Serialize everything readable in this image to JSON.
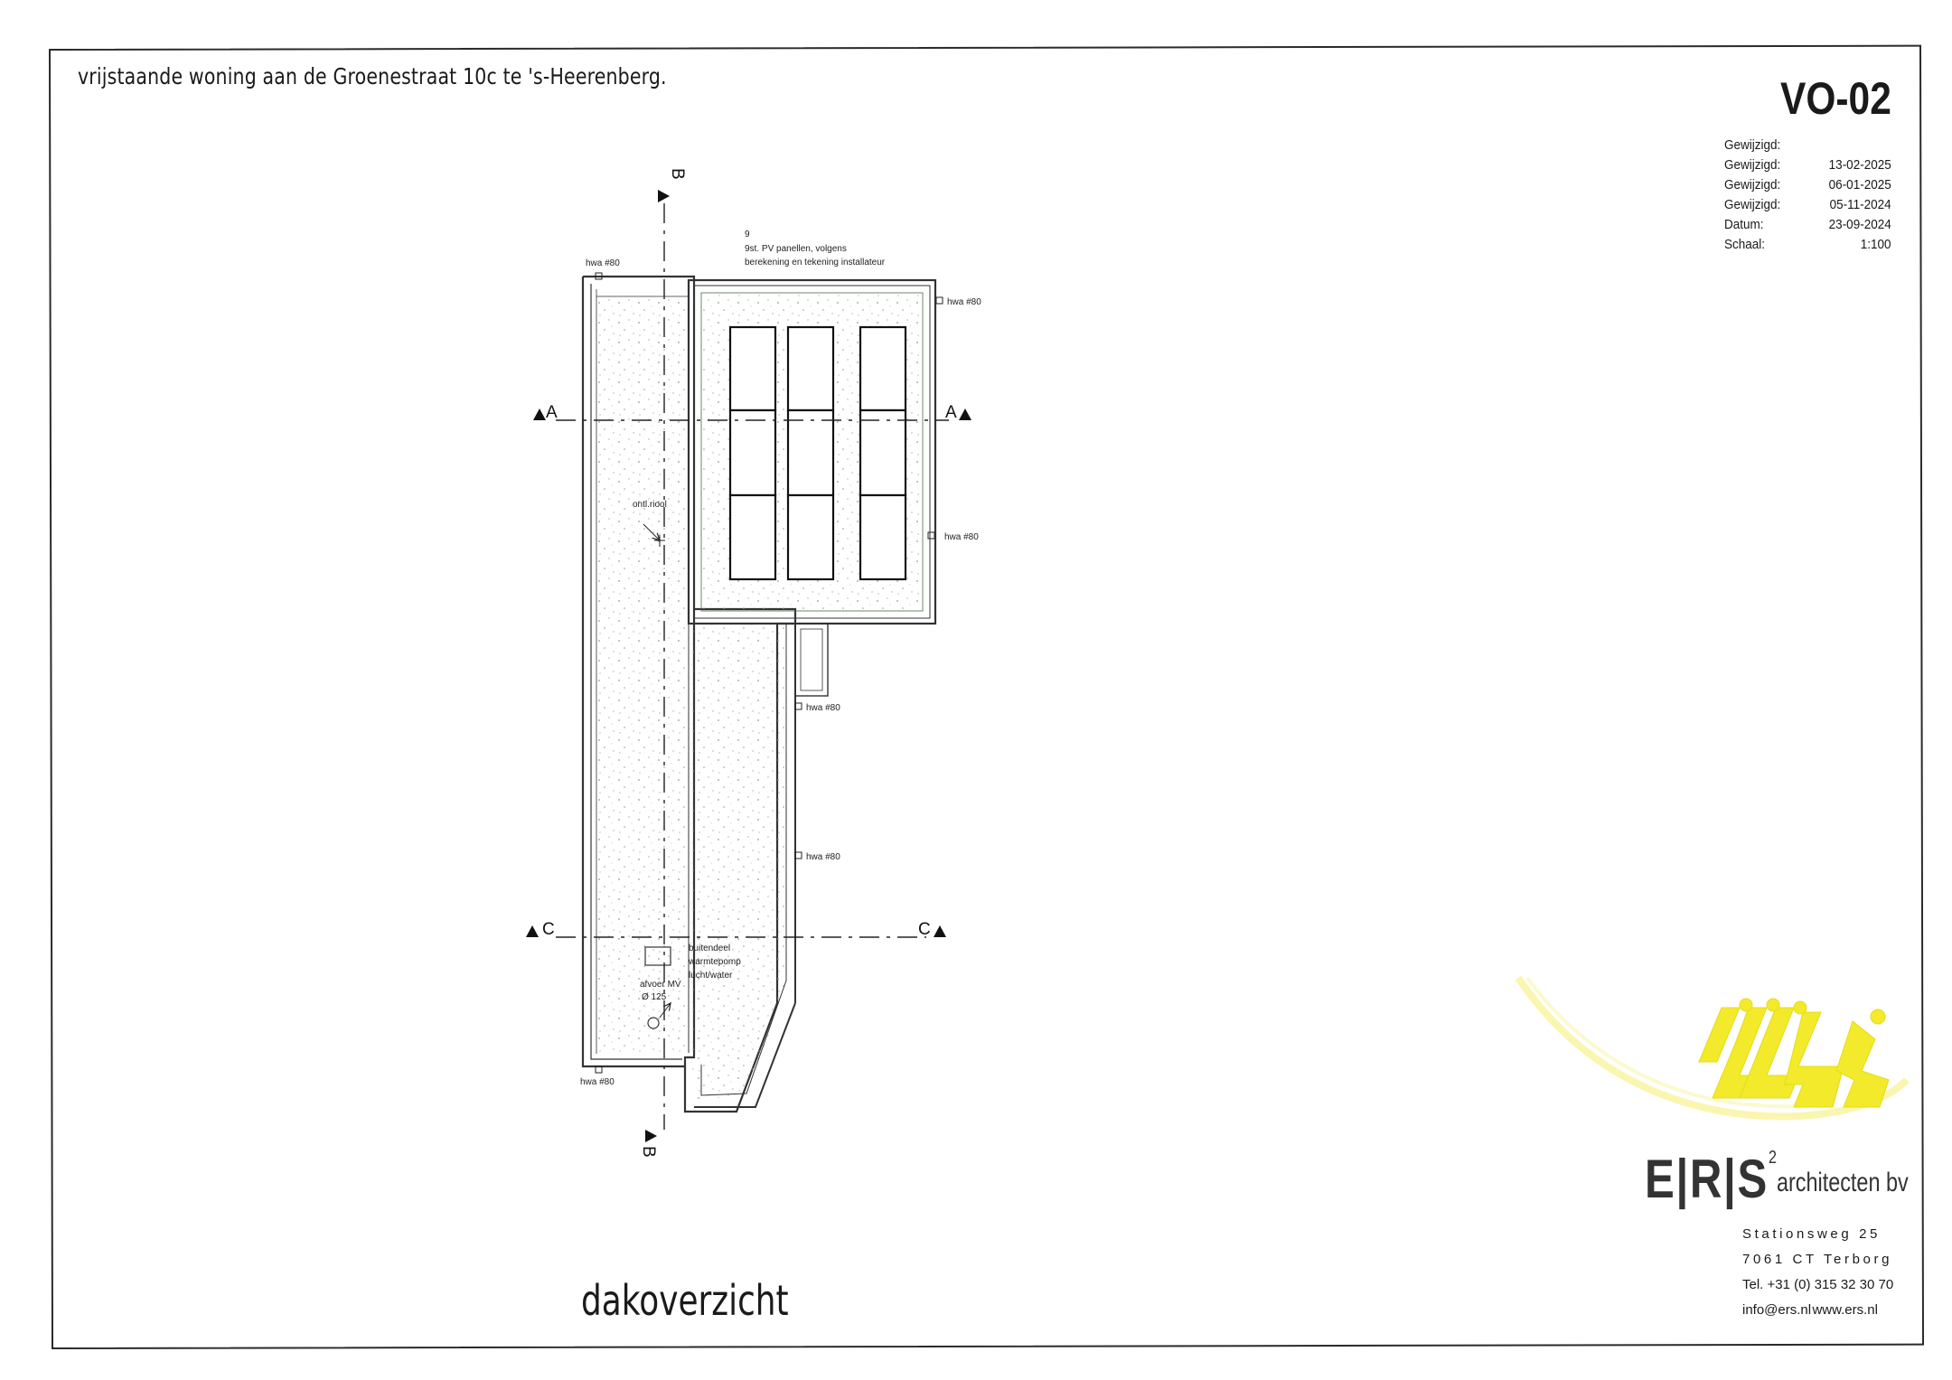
{
  "header": {
    "project_title": "vrijstaande woning aan de Groenestraat 10c te 's-Heerenberg.",
    "sheet_number": "VO-02"
  },
  "revisions": [
    {
      "label": "Gewijzigd:",
      "value": ""
    },
    {
      "label": "Gewijzigd:",
      "value": "13-02-2025"
    },
    {
      "label": "Gewijzigd:",
      "value": "06-01-2025"
    },
    {
      "label": "Gewijzigd:",
      "value": "05-11-2024"
    },
    {
      "label": "Datum:",
      "value": "23-09-2024"
    },
    {
      "label": "Schaal:",
      "value": "1:100"
    }
  ],
  "drawing": {
    "title": "dakoverzicht",
    "section_markers": {
      "a": "A",
      "b": "B",
      "c": "C"
    },
    "annotations": {
      "pv_count": "9",
      "pv_line1": "9st. PV panellen, volgens",
      "pv_line2": "berekening en tekening installateur",
      "hwa": "hwa #80",
      "vent": "ontl.riool",
      "outdoor_unit_1": "buitendeel",
      "outdoor_unit_2": "warmtepomp",
      "outdoor_unit_3": "lucht/water",
      "drain_1": "afvoer MV",
      "drain_2": "Ø 125"
    },
    "pv_panels": 9
  },
  "firm": {
    "name_main": "E|R|S",
    "name_sup": "2",
    "name_suffix": "architecten bv",
    "street": "Stationsweg  25",
    "city": "7061 CT  Terborg",
    "phone": "Tel. +31 (0) 315 32 30 70",
    "email": "info@ers.nl",
    "web": "www.ers.nl",
    "logo_color": "#f2ea2a"
  }
}
